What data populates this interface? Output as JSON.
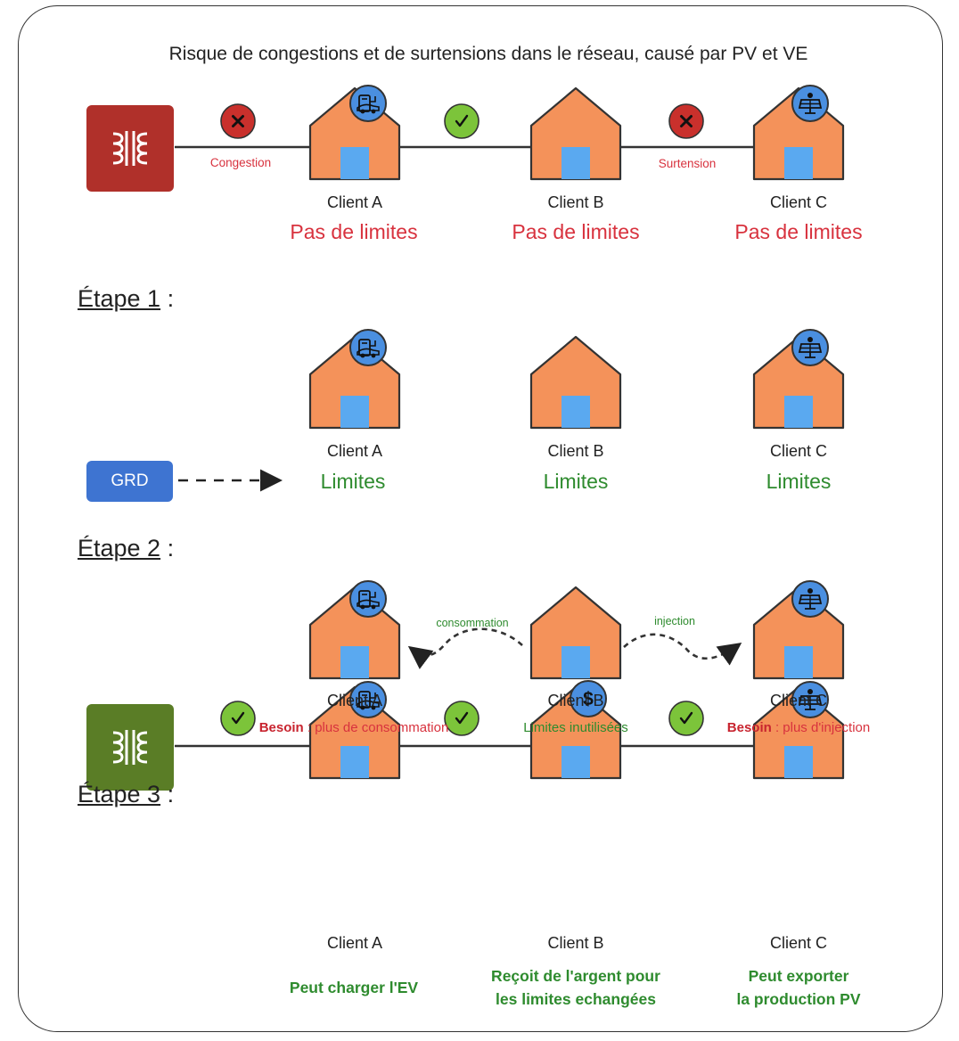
{
  "title": "Risque de congestions et de surtensions dans le réseau, causé par PV et VE",
  "top_row": {
    "congestion_label": "Congestion",
    "surtension_label": "Surtension",
    "clients": [
      {
        "name": "Client A",
        "status": "Pas de limites"
      },
      {
        "name": "Client B",
        "status": "Pas de limites"
      },
      {
        "name": "Client C",
        "status": "Pas de limites"
      }
    ]
  },
  "step1": {
    "heading_word": "Étape 1",
    "heading_suffix": " :",
    "grd_label": "GRD",
    "clients": [
      {
        "name": "Client A",
        "status": "Limites"
      },
      {
        "name": "Client B",
        "status": "Limites"
      },
      {
        "name": "Client C",
        "status": "Limites"
      }
    ]
  },
  "step2": {
    "heading_word": "Étape 2",
    "heading_suffix": " :",
    "consommation_label": "consommation",
    "injection_label": "injection",
    "clients": [
      {
        "name": "Client A",
        "need_bold": "Besoin",
        "need_rest": " : plus de consommation"
      },
      {
        "name": "Client B",
        "status": "Limites inutilisées"
      },
      {
        "name": "Client C",
        "need_bold": "Besoin",
        "need_rest": " : plus d'injection"
      }
    ]
  },
  "step3": {
    "heading_word": "Étape 3",
    "heading_suffix": " :",
    "clients": [
      {
        "name": "Client A",
        "result_line1": "Peut charger l'EV",
        "result_line2": ""
      },
      {
        "name": "Client B",
        "result_line1": "Reçoit de l'argent pour",
        "result_line2": "les limites echangées"
      },
      {
        "name": "Client C",
        "result_line1": "Peut exporter",
        "result_line2": "la production PV"
      }
    ]
  },
  "icons": {
    "dollar": "$",
    "check": "✓",
    "cross": "✕"
  },
  "colors": {
    "house": "#f4925a",
    "door": "#5aa9f0",
    "transformer_bad": "#b0302a",
    "transformer_good": "#5a7d26",
    "badge_bad": "#c9302c",
    "badge_good": "#7cc43a",
    "icon_circle": "#4a8fe0",
    "grd": "#3e74d1",
    "text_red": "#d8323e",
    "text_green": "#2e8b2e"
  }
}
